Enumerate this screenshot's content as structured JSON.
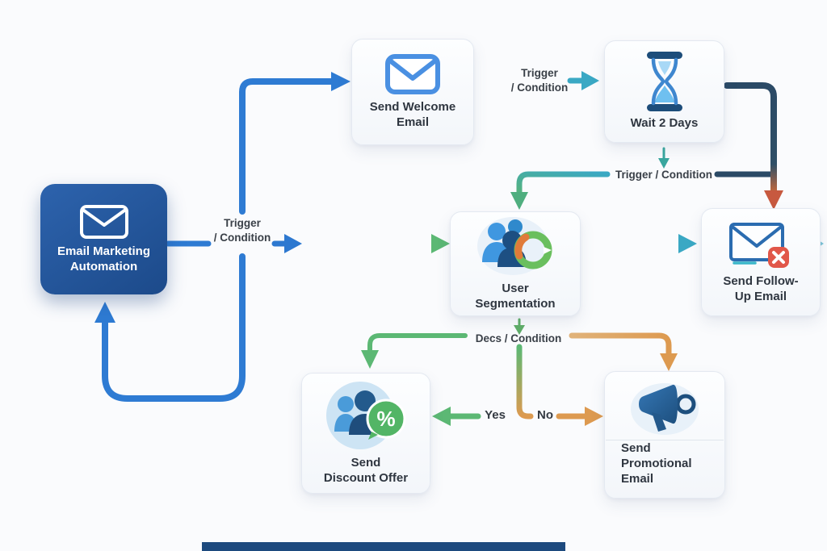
{
  "diagram": {
    "type": "flowchart",
    "nodes": {
      "ema": {
        "label": "Email Marketing\nAutomation",
        "icon": "envelope-icon"
      },
      "welcome": {
        "label": "Send Welcome\nEmail",
        "icon": "envelope-icon"
      },
      "wait": {
        "label": "Wait 2 Days",
        "icon": "hourglass-icon"
      },
      "segmentation": {
        "label": "User\nSegmentation",
        "icon": "user-group-segmentation-icon"
      },
      "followup": {
        "label": "Send Follow-\nUp Email",
        "icon": "envelope-error-icon"
      },
      "discount": {
        "label": "Send\nDiscount Offer",
        "icon": "users-percent-icon"
      },
      "promo": {
        "label": "Send\nPromotional\nEmail",
        "icon": "megaphone-icon"
      }
    },
    "edge_labels": {
      "trigger_left": "Trigger\n/ Condition",
      "trigger_top": "Trigger\n/ Condition",
      "trigger_mid": "Trigger / Condition",
      "decision": "Decs / Condition",
      "yes": "Yes",
      "no": "No"
    },
    "colors": {
      "background": "#fafbfd",
      "node_dark_blue": "#235a9e",
      "arrow_blue": "#2e7bd3",
      "arrow_teal": "#3aa8c4",
      "arrow_green": "#5cb874",
      "arrow_orange": "#dd9a50",
      "arrow_navy": "#2b4a66",
      "arrow_red": "#c7593f",
      "badge_red": "#e15749",
      "badge_green": "#53b566"
    }
  }
}
